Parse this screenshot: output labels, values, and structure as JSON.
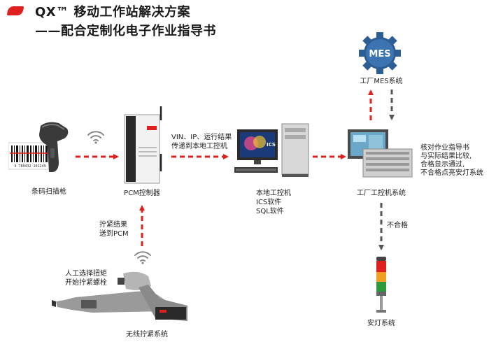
{
  "title": {
    "line1": "QX™ 移动工作站解决方案",
    "line2": "——配合定制化电子作业指导书"
  },
  "nodes": {
    "scanner": {
      "label": "条码扫描枪",
      "barcode_text": "9 780432 101249"
    },
    "pcm": {
      "label": "PCM控制器"
    },
    "local": {
      "label_line1": "本地工控机",
      "label_line2": "ICS软件",
      "label_line3": "SQL软件",
      "screen_text": "ICS"
    },
    "factory": {
      "label": "工厂工控机系统"
    },
    "mes": {
      "label": "工厂MES系统",
      "badge_text": "MES"
    },
    "tool": {
      "label": "无线拧紧系统"
    },
    "lamp": {
      "label": "安灯系统"
    }
  },
  "edges": {
    "pcm_to_local_line1": "VIN、IP、运行结果",
    "pcm_to_local_line2": "传递到本地工控机",
    "tool_to_pcm_line1": "拧紧结果",
    "tool_to_pcm_line2": "送到PCM",
    "tool_note_line1": "人工选择扭矩",
    "tool_note_line2": "开始拧紧螺栓",
    "factory_note_line1": "核对作业指导书",
    "factory_note_line2": "与实际结果比较,",
    "factory_note_line3": "合格显示通过,",
    "factory_note_line4": "不合格点亮安灯系统",
    "factory_to_lamp": "不合格"
  },
  "colors": {
    "accent_red": "#e0201e",
    "arrow_gray": "#555555",
    "mes_blue": "#2d5d95"
  }
}
